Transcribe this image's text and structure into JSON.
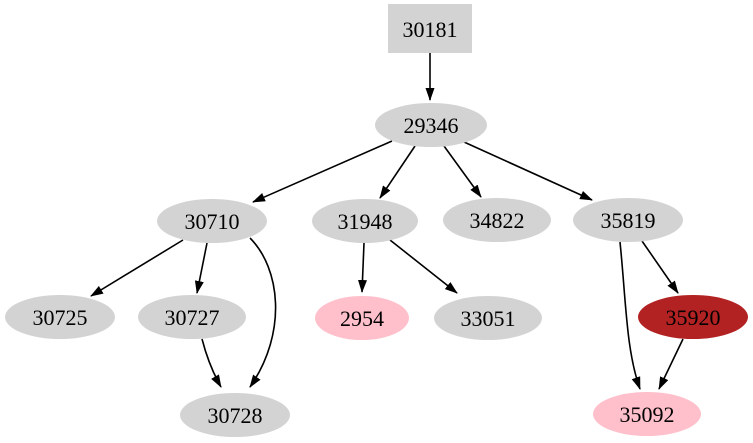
{
  "graph": {
    "background": "#ffffff",
    "edge_color": "#000000",
    "text_color": "#000000",
    "default_fill": "#d3d3d3",
    "pink_fill": "#ffc0cb",
    "dark_red_fill": "#b22222",
    "nodes": {
      "n30181": {
        "label": "30181",
        "shape": "box",
        "fill": "#d3d3d3"
      },
      "n29346": {
        "label": "29346",
        "shape": "ellipse",
        "fill": "#d3d3d3"
      },
      "n30710": {
        "label": "30710",
        "shape": "ellipse",
        "fill": "#d3d3d3"
      },
      "n31948": {
        "label": "31948",
        "shape": "ellipse",
        "fill": "#d3d3d3"
      },
      "n34822": {
        "label": "34822",
        "shape": "ellipse",
        "fill": "#d3d3d3"
      },
      "n35819": {
        "label": "35819",
        "shape": "ellipse",
        "fill": "#d3d3d3"
      },
      "n30725": {
        "label": "30725",
        "shape": "ellipse",
        "fill": "#d3d3d3"
      },
      "n30727": {
        "label": "30727",
        "shape": "ellipse",
        "fill": "#d3d3d3"
      },
      "n2954": {
        "label": "2954",
        "shape": "ellipse",
        "fill": "#ffc0cb"
      },
      "n33051": {
        "label": "33051",
        "shape": "ellipse",
        "fill": "#d3d3d3"
      },
      "n35920": {
        "label": "35920",
        "shape": "ellipse",
        "fill": "#b22222"
      },
      "n30728": {
        "label": "30728",
        "shape": "ellipse",
        "fill": "#d3d3d3"
      },
      "n35092": {
        "label": "35092",
        "shape": "ellipse",
        "fill": "#ffc0cb"
      }
    },
    "edges": [
      {
        "from": "30181",
        "to": "29346"
      },
      {
        "from": "29346",
        "to": "30710"
      },
      {
        "from": "29346",
        "to": "31948"
      },
      {
        "from": "29346",
        "to": "34822"
      },
      {
        "from": "29346",
        "to": "35819"
      },
      {
        "from": "30710",
        "to": "30725"
      },
      {
        "from": "30710",
        "to": "30727"
      },
      {
        "from": "30710",
        "to": "30728"
      },
      {
        "from": "30727",
        "to": "30728"
      },
      {
        "from": "31948",
        "to": "2954"
      },
      {
        "from": "31948",
        "to": "33051"
      },
      {
        "from": "35819",
        "to": "35092"
      },
      {
        "from": "35819",
        "to": "35920"
      },
      {
        "from": "35920",
        "to": "35092"
      }
    ]
  }
}
